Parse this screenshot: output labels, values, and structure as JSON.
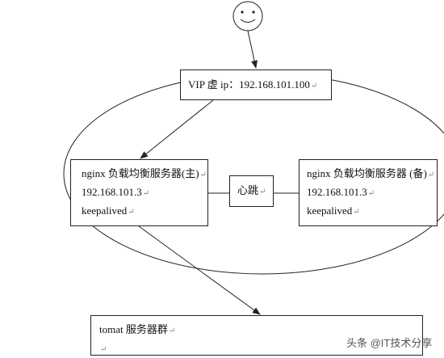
{
  "vip": {
    "line1": "VIP 虚 ip：192.168.101.100",
    "para_mark": "↵"
  },
  "master": {
    "line1": "nginx 负载均衡服务器(主)",
    "line2": "192.168.101.3",
    "line3": "keepalived",
    "para_mark": "↵"
  },
  "heartbeat": {
    "label": "心跳",
    "para_mark": "↵"
  },
  "backup": {
    "line1": "nginx 负载均衡服务器 (备)",
    "line2": "192.168.101.3",
    "line3": "keepalived",
    "para_mark": "↵"
  },
  "tomcat": {
    "line1": "tomat 服务器群",
    "para_mark": "↵"
  },
  "watermark": "头条 @IT技术分享",
  "icons": {
    "user": "smiley-face-icon"
  },
  "colors": {
    "stroke": "#222222",
    "background": "#ffffff"
  }
}
